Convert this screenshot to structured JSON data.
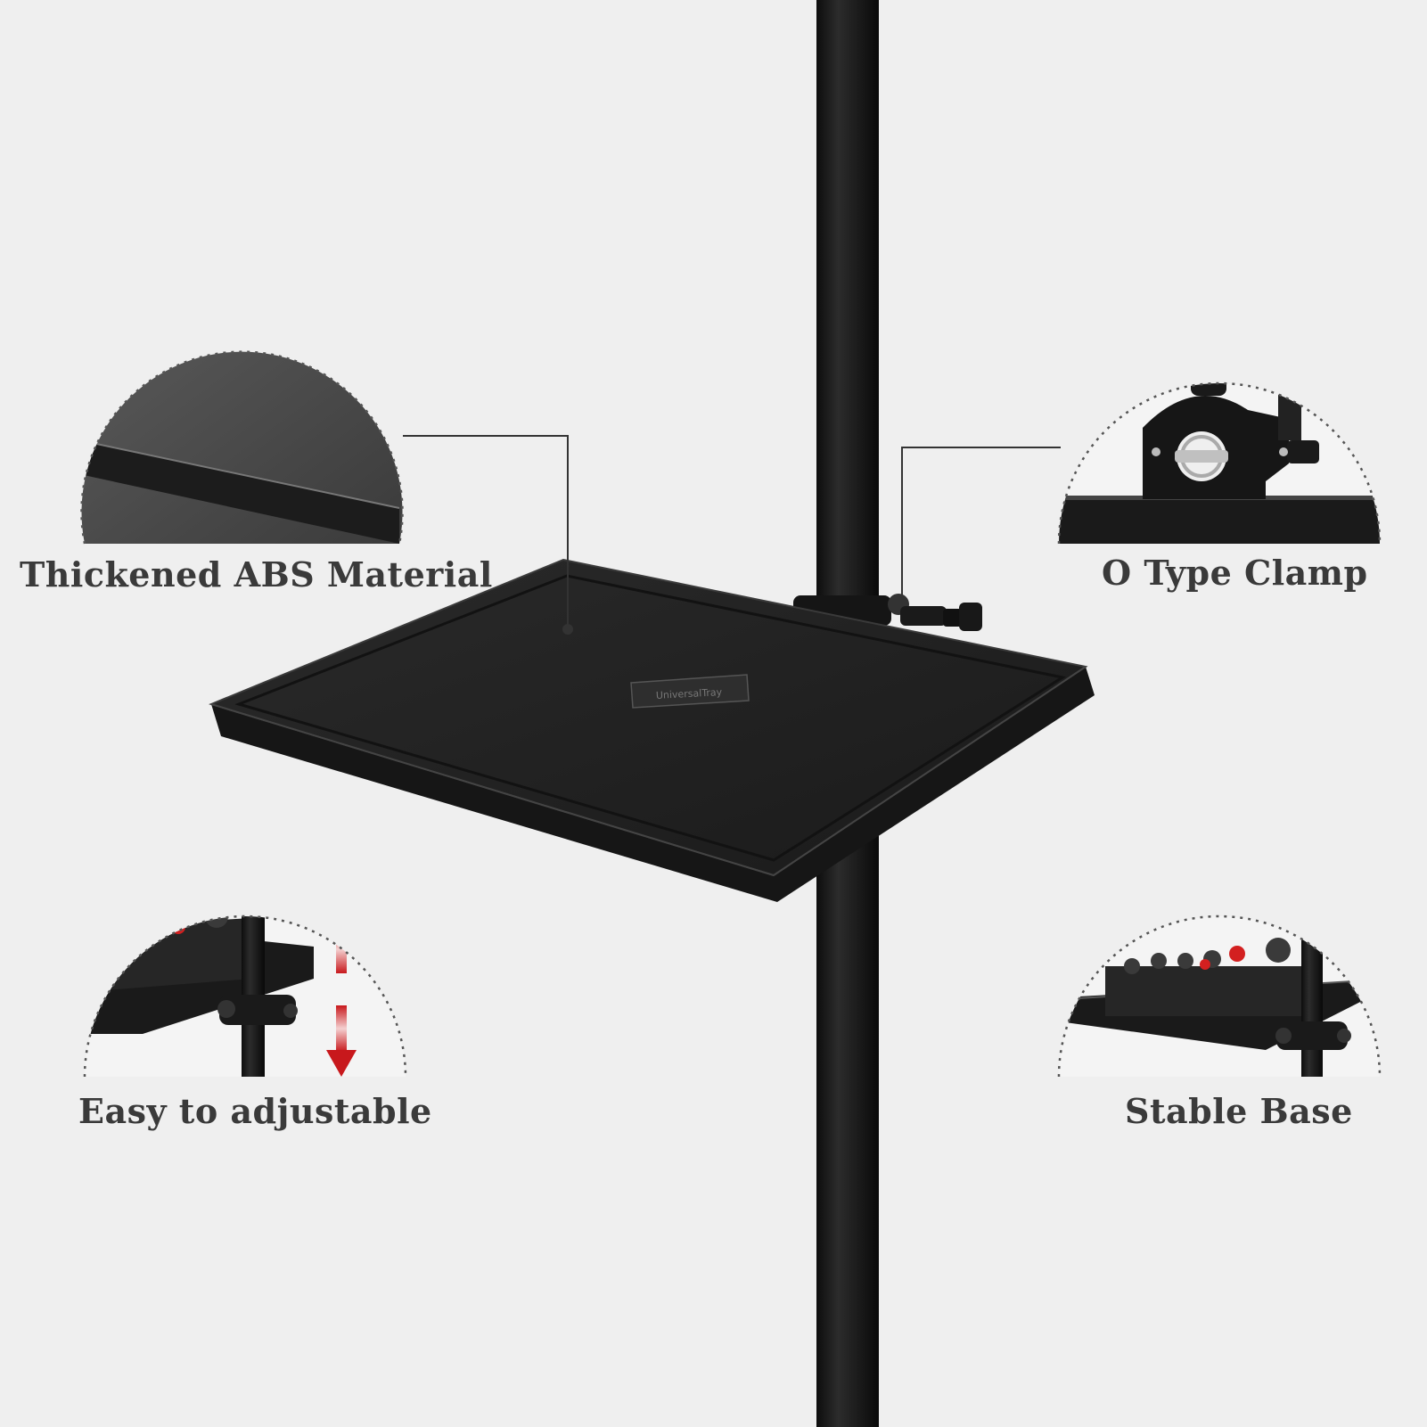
{
  "features": {
    "abs_material": "Thickened ABS Material",
    "clamp": "O Type Clamp",
    "adjustable": "Easy to adjustable",
    "stable_base": "Stable Base"
  },
  "tray_badge": "UniversalTray",
  "colors": {
    "background": "#efefef",
    "product": "#1e1e1e",
    "label_text": "#3a3a3a",
    "arrow_accent": "#c8181c",
    "knob_accent": "#d32020"
  }
}
